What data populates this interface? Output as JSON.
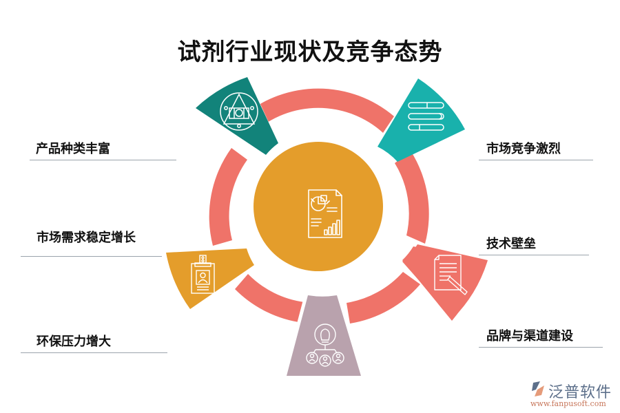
{
  "title": "试剂行业现状及竞争态势",
  "colors": {
    "ring": "#ef7369",
    "center": "#e49d2b",
    "wedge_dark_teal": "#12837a",
    "wedge_teal": "#19b1ac",
    "wedge_salmon": "#ef7369",
    "wedge_mauve": "#b9a2ad",
    "wedge_orange": "#e49d2b",
    "icon_stroke": "#ffffff",
    "rule": "#9aa3ab"
  },
  "center": {
    "icon": "report-chart-document-icon"
  },
  "wedges": [
    {
      "id": "dark-teal",
      "icon": "alchemy-triangle-circle-icon",
      "angle": -38
    },
    {
      "id": "teal",
      "icon": "slider-bars-icon",
      "angle": 52
    },
    {
      "id": "salmon",
      "icon": "document-pencil-icon",
      "angle": 120
    },
    {
      "id": "mauve",
      "icon": "idea-network-people-icon",
      "angle": 180
    },
    {
      "id": "orange",
      "icon": "id-badge-icon",
      "angle": 238
    }
  ],
  "labels": {
    "left": [
      {
        "text": "产品种类丰富"
      },
      {
        "text": "市场需求稳定增长"
      },
      {
        "text": "环保压力增大"
      }
    ],
    "right": [
      {
        "text": "市场竞争激烈"
      },
      {
        "text": "技术壁垒"
      },
      {
        "text": "品牌与渠道建设"
      }
    ]
  },
  "logo": {
    "name": "泛普软件",
    "url": "www.fanpusoft.com"
  }
}
